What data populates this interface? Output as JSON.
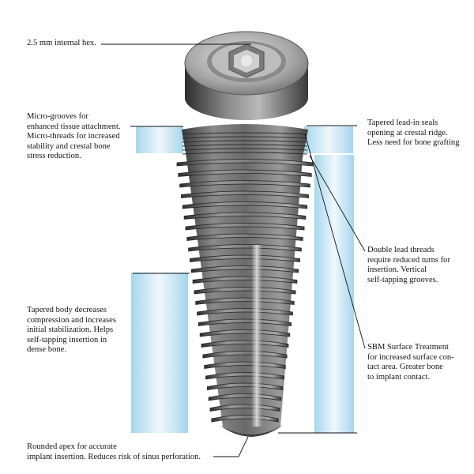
{
  "labels": {
    "hex": "2.5 mm internal hex.",
    "micro": "Micro-grooves for\nenhanced tissue attachment.\nMicro-threads for increased\nstability and crestal bone\nstress reduction.",
    "leadin": "Tapered lead-in seals\nopening at crestal ridge.\nLess need for bone grafting",
    "double": "Double lead threads\nrequire reduced turns for\ninsertion. Vertical\nself-tapping grooves.",
    "body": "Tapered body decreases\ncompression and increases\ninitial stabilization. Helps\nself-tapping insertion in\ndense bone.",
    "sbm": "SBM Surface Treatment\nfor increased surface con-\ntact area. Greater bone\nto implant contact.",
    "apex": "Rounded apex for accurate\nimplant insertion. Reduces risk of sinus perforation."
  },
  "colors": {
    "panel_light": "#e6f5fb",
    "panel_mid": "#a9d8ee",
    "metal_dark": "#3c3c3c",
    "metal_mid": "#6e6e6e",
    "metal_light": "#c4c4c4",
    "leader": "#111111"
  }
}
